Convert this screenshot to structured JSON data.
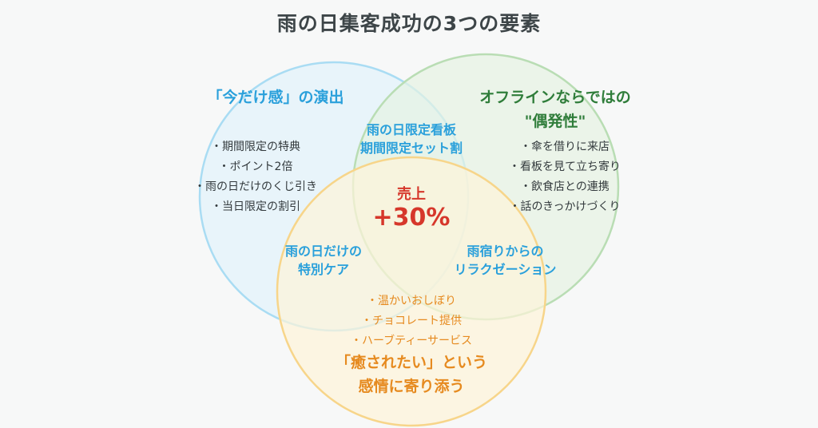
{
  "title": "雨の日集客成功の3つの要素",
  "circles": {
    "left": {
      "heading": "「今だけ感」の演出",
      "items": [
        "・期間限定の特典",
        "・ポイント2倍",
        "・雨の日だけのくじ引き",
        "・当日限定の割引"
      ],
      "color": "#a9dcf3"
    },
    "right": {
      "heading_line1": "オフラインならではの",
      "heading_line2": "\"偶発性\"",
      "items": [
        "・傘を借りに来店",
        "・看板を見て立ち寄り",
        "・飲食店との連携",
        "・話のきっかけづくり"
      ],
      "color": "#b9ddb4"
    },
    "bottom": {
      "items": [
        "・温かいおしぼり",
        "・チョコレート提供",
        "・ハーブティーサービス"
      ],
      "heading_line1": "「癒されたい」という",
      "heading_line2": "感情に寄り添う",
      "color": "#f7d58a"
    }
  },
  "overlaps": {
    "left_right": [
      "雨の日限定看板",
      "期間限定セット割"
    ],
    "left_bottom": [
      "雨の日だけの",
      "特別ケア"
    ],
    "right_bottom": [
      "雨宿りからの",
      "リラクゼーション"
    ]
  },
  "center": {
    "label": "売上",
    "value": "+30%"
  }
}
